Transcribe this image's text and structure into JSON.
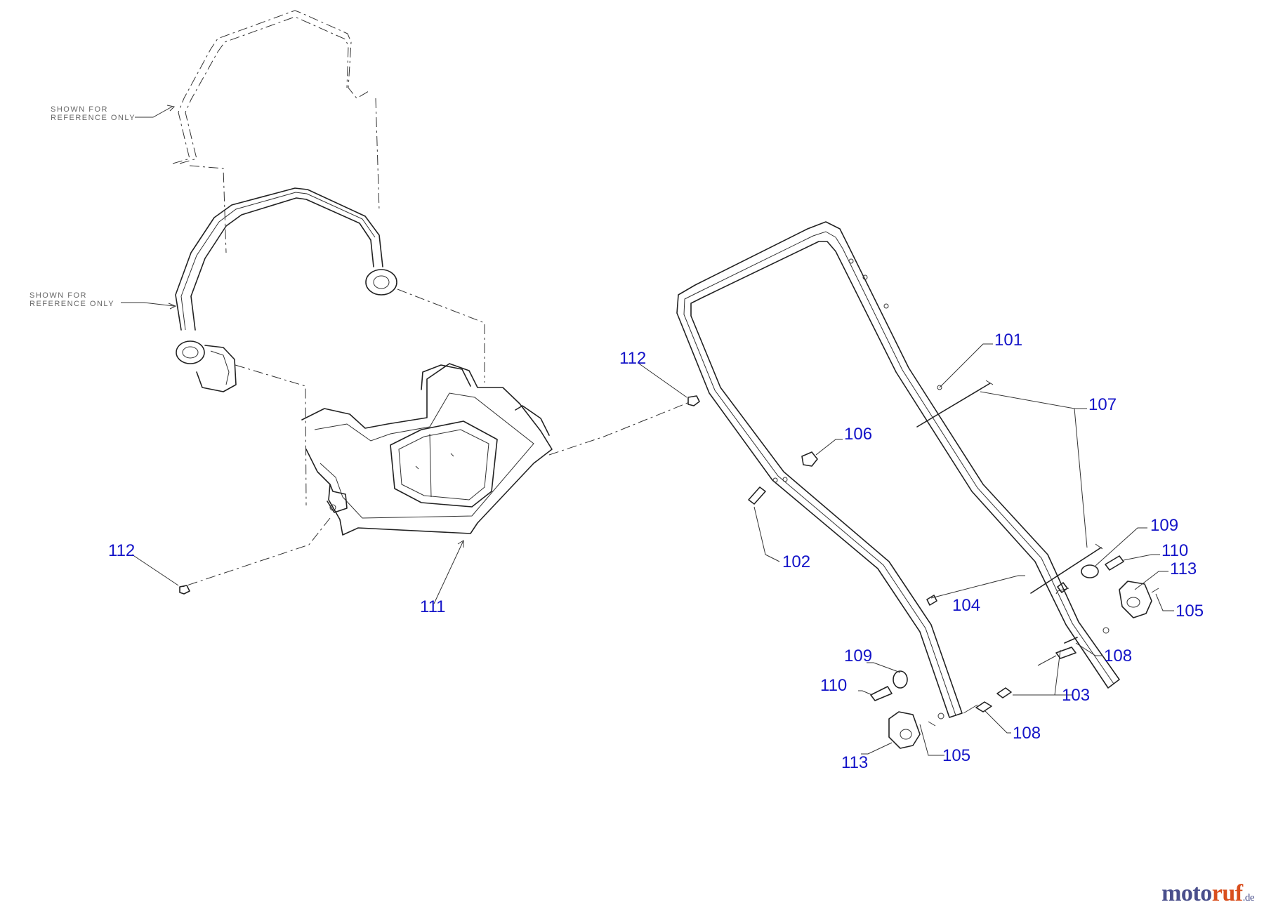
{
  "diagram": {
    "notes": [
      "SHOWN FOR",
      "REFERENCE ONLY"
    ],
    "callouts": [
      {
        "id": "c101",
        "label": "101"
      },
      {
        "id": "c102",
        "label": "102"
      },
      {
        "id": "c103",
        "label": "103"
      },
      {
        "id": "c104",
        "label": "104"
      },
      {
        "id": "c105a",
        "label": "105"
      },
      {
        "id": "c105b",
        "label": "105"
      },
      {
        "id": "c106",
        "label": "106"
      },
      {
        "id": "c107",
        "label": "107"
      },
      {
        "id": "c108a",
        "label": "108"
      },
      {
        "id": "c108b",
        "label": "108"
      },
      {
        "id": "c109a",
        "label": "109"
      },
      {
        "id": "c109b",
        "label": "109"
      },
      {
        "id": "c110a",
        "label": "110"
      },
      {
        "id": "c110b",
        "label": "110"
      },
      {
        "id": "c111",
        "label": "111"
      },
      {
        "id": "c112a",
        "label": "112"
      },
      {
        "id": "c112b",
        "label": "112"
      },
      {
        "id": "c113a",
        "label": "113"
      },
      {
        "id": "c113b",
        "label": "113"
      }
    ]
  },
  "watermark": {
    "main": "moto",
    "accent": "ruf",
    "tld": ".de",
    "colors": {
      "main": "#4a4f8c",
      "accent": "#d94f1e"
    }
  },
  "colors": {
    "callout": "#1414c8",
    "line": "#222222"
  }
}
